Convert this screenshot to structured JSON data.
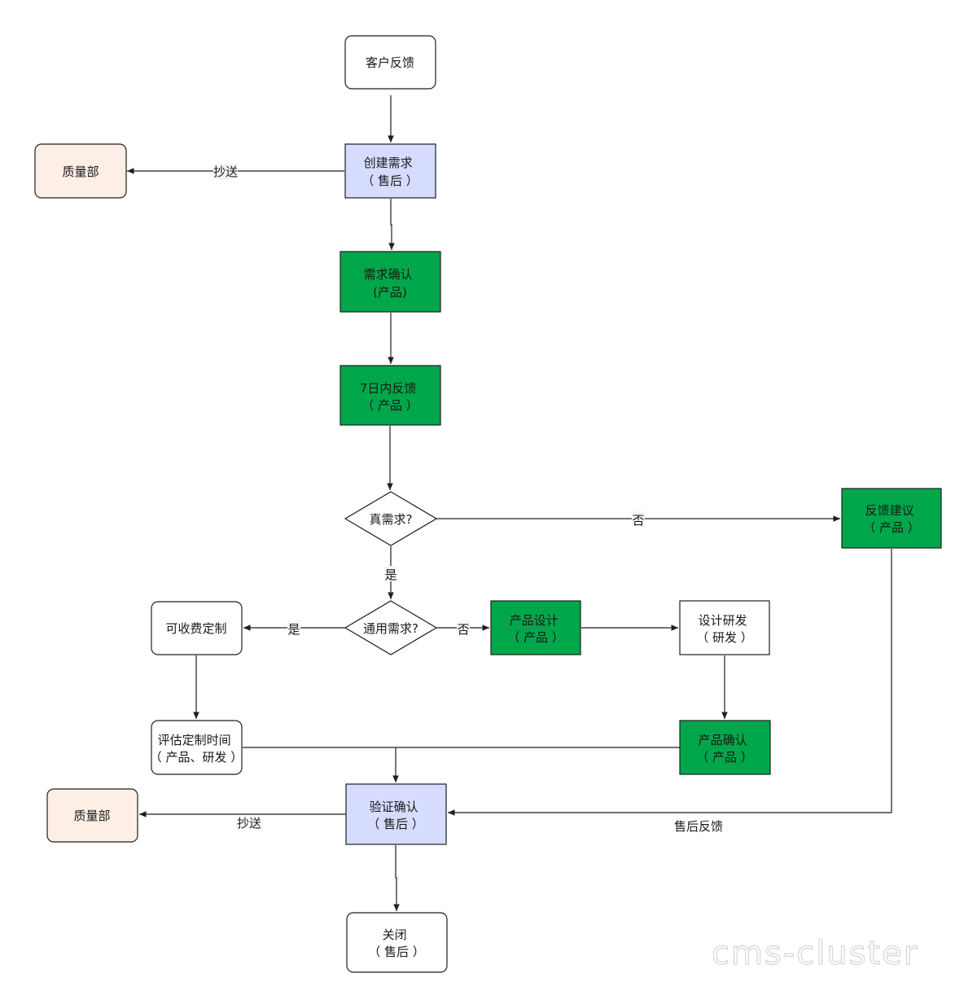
{
  "colors": {
    "green": "#00a74a",
    "lavender": "#d6dcfd",
    "peach": "#fdeee6",
    "white": "#ffffff",
    "stroke": "#1f1f1f"
  },
  "nodes": {
    "customer_feedback": {
      "lines": [
        "客户反馈"
      ]
    },
    "create_requirement": {
      "lines": [
        "创建需求",
        "（ 售后 ）"
      ]
    },
    "quality_dept_top": {
      "lines": [
        "质量部"
      ]
    },
    "requirement_confirm": {
      "lines": [
        "需求确认",
        "(产品)"
      ]
    },
    "feedback_7days": {
      "lines": [
        "7日内反馈",
        "（ 产品 ）"
      ]
    },
    "real_requirement": {
      "lines": [
        "真需求?"
      ]
    },
    "feedback_suggestion": {
      "lines": [
        "反馈建议",
        "（ 产品 ）"
      ]
    },
    "general_requirement": {
      "lines": [
        "通用需求?"
      ]
    },
    "paid_custom": {
      "lines": [
        "可收费定制"
      ]
    },
    "product_design": {
      "lines": [
        "产品设计",
        "（ 产品 ）"
      ]
    },
    "design_rd": {
      "lines": [
        "设计研发",
        "（ 研发 ）"
      ]
    },
    "estimate_custom_time": {
      "lines": [
        "评估定制时间",
        "（ 产品、研发 ）"
      ]
    },
    "product_confirm": {
      "lines": [
        "产品确认",
        "（ 产品 ）"
      ]
    },
    "verify_confirm": {
      "lines": [
        "验证确认",
        "（ 售后 ）"
      ]
    },
    "quality_dept_bottom": {
      "lines": [
        "质量部"
      ]
    },
    "close": {
      "lines": [
        "关闭",
        "（ 售后 ）"
      ]
    }
  },
  "edge_labels": {
    "cc_top": "抄送",
    "no_real": "否",
    "yes_real": "是",
    "yes_general": "是",
    "no_general": "否",
    "cc_bottom": "抄送",
    "after_sales_feedback": "售后反馈"
  },
  "watermark": "cms-cluster"
}
